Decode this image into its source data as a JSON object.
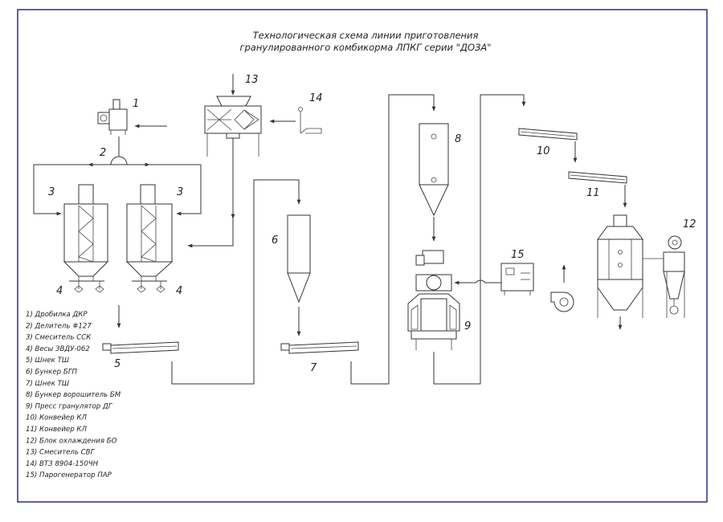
{
  "title": {
    "line1": "Технологическая схема линии приготовления",
    "line2": "гранулированного комбикорма ЛПКГ серии \"ДОЗА\""
  },
  "labels": {
    "n1": "1",
    "n2": "2",
    "n3a": "3",
    "n3b": "3",
    "n4a": "4",
    "n4b": "4",
    "n5": "5",
    "n6": "6",
    "n7": "7",
    "n8": "8",
    "n9": "9",
    "n10": "10",
    "n11": "11",
    "n12": "12",
    "n13": "13",
    "n14": "14",
    "n15": "15"
  },
  "legend": [
    "1) Дробилка ДКР",
    "2) Делитель #127",
    "3) Смеситель ССК",
    "4) Весы ЗВДУ-062",
    "5) Шнек ТШ",
    "6) Бункер БГП",
    "7) Шнек ТШ",
    "8) Бункер ворошитель БМ",
    "9) Пресс гранулятор ДГ",
    "10) Конвейер КЛ",
    "11) Конвейер КЛ",
    "12) Блок охлаждения БО",
    "13) Смеситель СВГ",
    "14) ВТЗ 8904-150ЧН",
    "15) Парогенератор ПАР"
  ]
}
